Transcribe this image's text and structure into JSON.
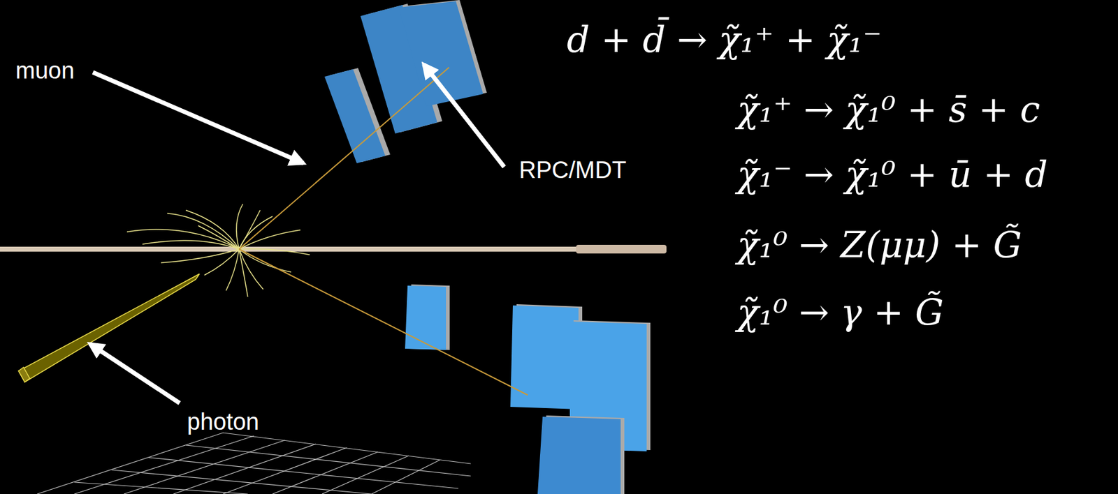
{
  "diagram": {
    "labels": [
      "d + d̄ → χ̃₁⁺ + χ̃₁⁻",
      "χ̃₁⁺ → χ̃₁⁰ + s̄ + c",
      "χ̃₁⁻ → χ̃₁⁰ + ū + d",
      "χ̃₁⁰ → Z(μμ) + G̃",
      "χ̃₁⁰ → γ + G̃",
      "muon",
      "RPC/MDT",
      "photon"
    ]
  }
}
